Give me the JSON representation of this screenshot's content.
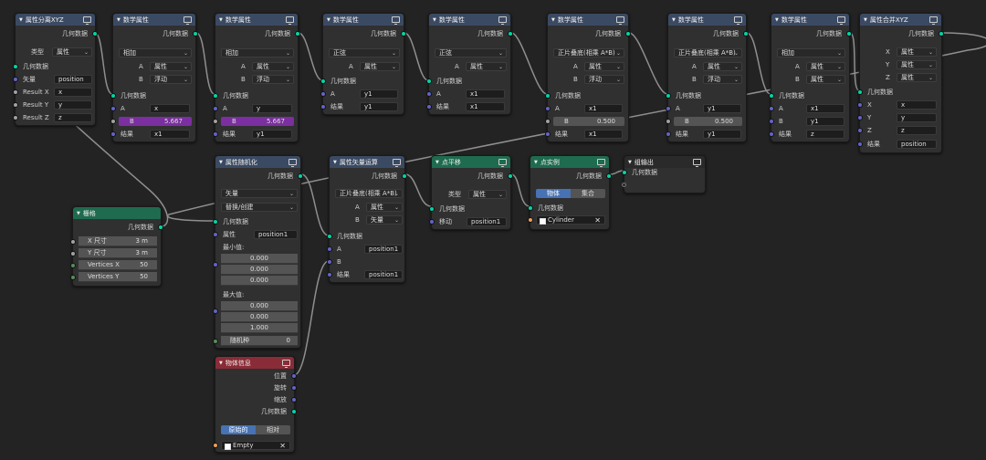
{
  "nodes": {
    "separate": {
      "title": "属性分离XYZ",
      "geo_out": "几何数据",
      "type_label": "类型",
      "type_value": "属性",
      "geo_in": "几何数据",
      "vector_label": "矢量",
      "vector_value": "position",
      "rx_label": "Result X",
      "rx_value": "x",
      "ry_label": "Result Y",
      "ry_value": "y",
      "rz_label": "Result Z",
      "rz_value": "z"
    },
    "math1": {
      "title": "数学属性",
      "geo_out": "几何数据",
      "op": "相加",
      "a_label": "A",
      "a_type": "属性",
      "b_label": "B",
      "b_type": "浮动",
      "geo_in": "几何数据",
      "a_in_label": "A",
      "a_in_value": "x",
      "b_slider_label": "B",
      "b_slider_value": "5.667",
      "result_label": "结果",
      "result_value": "x1"
    },
    "math2": {
      "title": "数学属性",
      "geo_out": "几何数据",
      "op": "相加",
      "a_label": "A",
      "a_type": "属性",
      "b_label": "B",
      "b_type": "浮动",
      "geo_in": "几何数据",
      "a_in_label": "A",
      "a_in_value": "y",
      "b_slider_label": "B",
      "b_slider_value": "5.667",
      "result_label": "结果",
      "result_value": "y1"
    },
    "math3": {
      "title": "数学属性",
      "geo_out": "几何数据",
      "op": "正弦",
      "a_label": "A",
      "a_type": "属性",
      "geo_in": "几何数据",
      "a_in_label": "A",
      "a_in_value": "y1",
      "result_label": "结果",
      "result_value": "y1"
    },
    "math4": {
      "title": "数学属性",
      "geo_out": "几何数据",
      "op": "正弦",
      "a_label": "A",
      "a_type": "属性",
      "geo_in": "几何数据",
      "a_in_label": "A",
      "a_in_value": "x1",
      "result_label": "结果",
      "result_value": "x1"
    },
    "math5": {
      "title": "数学属性",
      "geo_out": "几何数据",
      "op": "正片叠底(相乘 A*B)",
      "a_label": "A",
      "a_type": "属性",
      "b_label": "B",
      "b_type": "浮动",
      "geo_in": "几何数据",
      "a_in_label": "A",
      "a_in_value": "x1",
      "b_slider_label": "B",
      "b_slider_value": "0.500",
      "result_label": "结果",
      "result_value": "x1"
    },
    "math6": {
      "title": "数学属性",
      "geo_out": "几何数据",
      "op": "正片叠底(相乘 A*B)",
      "a_label": "A",
      "a_type": "属性",
      "b_label": "B",
      "b_type": "浮动",
      "geo_in": "几何数据",
      "a_in_label": "A",
      "a_in_value": "y1",
      "b_slider_label": "B",
      "b_slider_value": "0.500",
      "result_label": "结果",
      "result_value": "y1"
    },
    "math7": {
      "title": "数学属性",
      "geo_out": "几何数据",
      "op": "相加",
      "a_label": "A",
      "a_type": "属性",
      "b_label": "B",
      "b_type": "属性",
      "geo_in": "几何数据",
      "a_in_label": "A",
      "a_in_value": "x1",
      "b_in_label": "B",
      "b_in_value": "y1",
      "result_label": "结果",
      "result_value": "z"
    },
    "combine": {
      "title": "属性合并XYZ",
      "geo_out": "几何数据",
      "x_label": "X",
      "x_type": "属性",
      "y_label": "Y",
      "y_type": "属性",
      "z_label": "Z",
      "z_type": "属性",
      "geo_in": "几何数据",
      "x_in_label": "X",
      "x_in_value": "x",
      "y_in_label": "Y",
      "y_in_value": "y",
      "z_in_label": "Z",
      "z_in_value": "z",
      "result_label": "结果",
      "result_value": "position"
    },
    "grid": {
      "title": "栅格",
      "geo_out": "几何数据",
      "sx_label": "X 尺寸",
      "sx_value": "3 m",
      "sy_label": "Y 尺寸",
      "sy_value": "3 m",
      "vx_label": "Vertices X",
      "vx_value": "50",
      "vy_label": "Vertices Y",
      "vy_value": "50"
    },
    "randomize": {
      "title": "属性随机化",
      "geo_out": "几何数据",
      "dtype": "矢量",
      "mode": "替换/创建",
      "geo_in": "几何数据",
      "attr_label": "属性",
      "attr_value": "position1",
      "min_label": "最小值:",
      "min": [
        "0.000",
        "0.000",
        "0.000"
      ],
      "max_label": "最大值:",
      "max": [
        "0.000",
        "0.000",
        "1.000"
      ],
      "seed_label": "随机种",
      "seed_value": "0"
    },
    "vecmath": {
      "title": "属性矢量运算",
      "geo_out": "几何数据",
      "op": "正片叠底(相乘 A*B)",
      "a_label": "A",
      "a_type": "属性",
      "b_label": "B",
      "b_type": "矢量",
      "geo_in": "几何数据",
      "a_in_label": "A",
      "a_in_value": "position1",
      "b_in_label": "B",
      "result_label": "结果",
      "result_value": "position1"
    },
    "translate": {
      "title": "点平移",
      "geo_out": "几何数据",
      "type_label": "类型",
      "type_value": "属性",
      "geo_in": "几何数据",
      "move_label": "移动",
      "move_value": "position1"
    },
    "instance": {
      "title": "点实例",
      "geo_out": "几何数据",
      "opt1": "物体",
      "opt2": "集合",
      "geo_in": "几何数据",
      "obj_value": "Cylinder"
    },
    "output": {
      "title": "组输出",
      "geo_in": "几何数据"
    },
    "objinfo": {
      "title": "物体信息",
      "loc": "位置",
      "rot": "旋转",
      "scale": "缩放",
      "geo": "几何数据",
      "opt1": "原始的",
      "opt2": "相对",
      "obj_value": "Empty"
    }
  },
  "colors": {
    "geometry_socket": "#00d6a3",
    "vector_socket": "#6363c7",
    "float_socket": "#a1a1a1",
    "object_socket": "#ed9e5c",
    "slider_purple": "#7b2fa0",
    "toggle_active": "#4772b3",
    "wire": "#9a9a9a",
    "wire_selected": "#bdbdbd"
  }
}
